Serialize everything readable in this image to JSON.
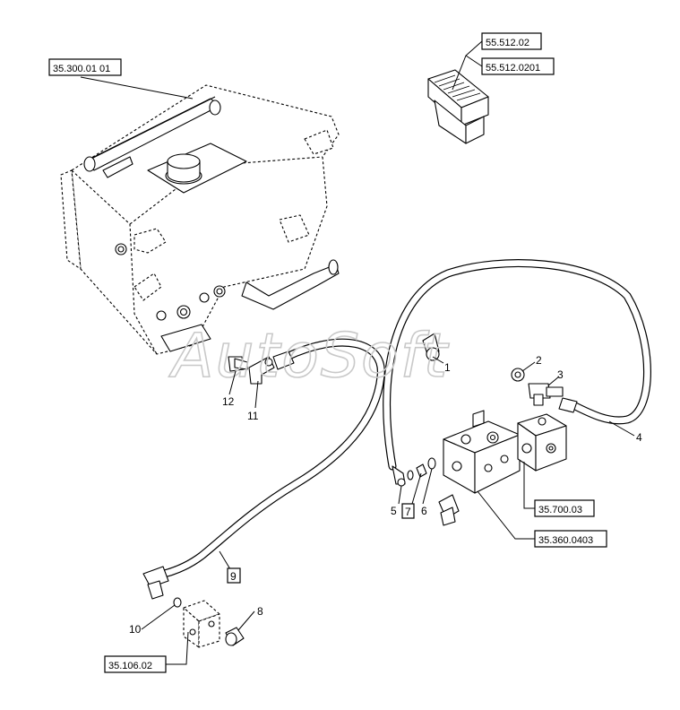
{
  "watermark": "AutoSoft",
  "reference_labels": {
    "fuel_tank": "35.300.01 01",
    "switch_a": "55.512.02",
    "switch_b": "55.512.0201",
    "valve_block": "35.700.03",
    "control_valve": "35.360.0403",
    "bracket": "35.106.02"
  },
  "callouts": {
    "c1": "1",
    "c2": "2",
    "c3": "3",
    "c4": "4",
    "c5": "5",
    "c6": "6",
    "c7": "7",
    "c8": "8",
    "c9": "9",
    "c10": "10",
    "c11": "11",
    "c12": "12"
  }
}
